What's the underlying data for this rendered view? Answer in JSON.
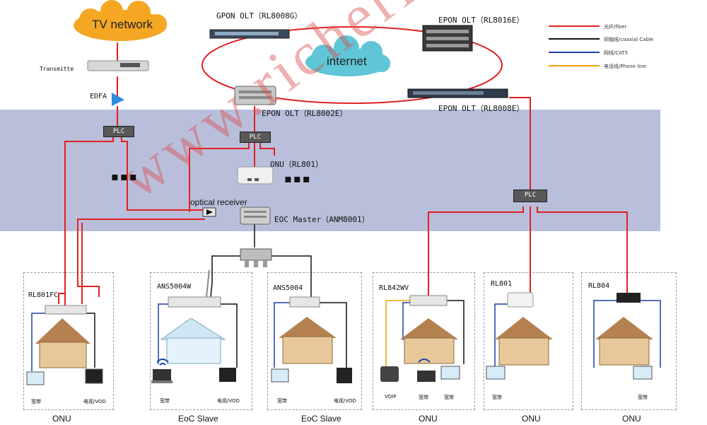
{
  "clouds": {
    "tv": "TV network",
    "internet": "internet"
  },
  "devices": {
    "transmitte": "Transmitte",
    "edfa": "EDFA",
    "gpon": "GPON OLT（RL8008G）",
    "epon8016": "EPON OLT（RL8016E）",
    "epon8002": "EPON OLT（RL8002E）",
    "epon8008": "EPON OLT（RL8008E）",
    "onu801": "ONU（RL801）",
    "optical_receiver": "optical receiver",
    "eoc_master": "EOC Master（ANM8001）",
    "plc": "PLC",
    "ellipsis": "▪▪▪"
  },
  "legend": [
    {
      "text": "光纤/fiber",
      "color": "#e02020"
    },
    {
      "text": "同轴线/coaxial Cable",
      "color": "#111111"
    },
    {
      "text": "网线/CAT5",
      "color": "#1c3fa8"
    },
    {
      "text": "电话线/Phone line",
      "color": "#e8a800"
    }
  ],
  "boxes": [
    {
      "model": "RL801FC",
      "labels": [
        "宽带",
        "电视/VOD"
      ],
      "caption": "ONU"
    },
    {
      "model": "ANS5004W",
      "labels": [
        "宽带",
        "电视/VOD"
      ],
      "caption": "EoC Slave"
    },
    {
      "model": "ANS5004",
      "labels": [
        "宽带",
        "电视/VOD"
      ],
      "caption": "EoC Slave"
    },
    {
      "model": "RL842WV",
      "labels": [
        "VOIP",
        "宽带",
        "宽带"
      ],
      "caption": "ONU"
    },
    {
      "model": "RL801",
      "labels": [
        "宽带"
      ],
      "caption": "ONU"
    },
    {
      "model": "RL804",
      "labels": [
        "宽带"
      ],
      "caption": "ONU"
    }
  ],
  "watermark": "www.richerlink.com",
  "colors": {
    "fiber": "#e02020",
    "coax": "#111111",
    "cat5": "#1c3fa8",
    "phone": "#e8a800",
    "band": "#b9bfdb",
    "cloud": "#f5a623"
  }
}
